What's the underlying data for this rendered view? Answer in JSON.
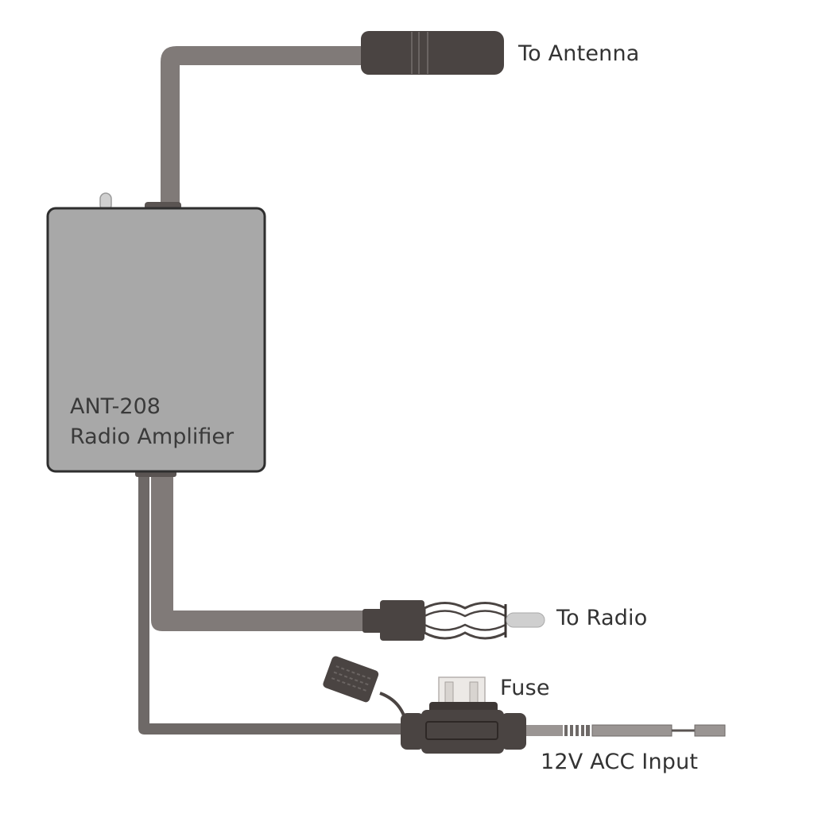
{
  "diagram": {
    "title": "ANT-208 Radio Amplifier wiring",
    "device": {
      "model": "ANT-208",
      "name": "Radio Amplifier"
    },
    "labels": {
      "antenna": "To Antenna",
      "radio": "To Radio",
      "fuse": "Fuse",
      "power": "12V ACC Input"
    },
    "colors": {
      "cable": "#807a78",
      "cable_dark": "#6e6967",
      "connector": "#4a4442",
      "device_body": "#a8a8a8",
      "device_outline": "#2e2e2e",
      "text": "#333333",
      "fuse_blade": "#e6e3e0"
    }
  }
}
